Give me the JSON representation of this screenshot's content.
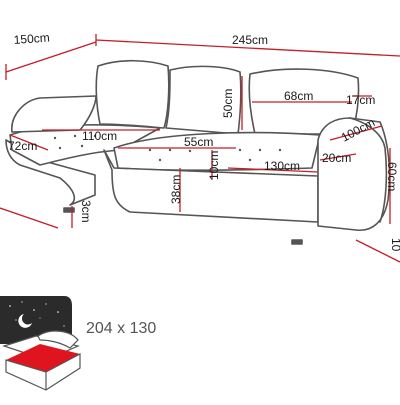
{
  "colors": {
    "outline": "#555555",
    "dimension": "#c41e2a",
    "text": "#1a1a1a",
    "bed_red": "#e0141e",
    "bed_dark": "#2b2b2b"
  },
  "dimensions": [
    {
      "id": "dim-150",
      "label": "150cm"
    },
    {
      "id": "dim-245",
      "label": "245cm"
    },
    {
      "id": "dim-50",
      "label": "50cm"
    },
    {
      "id": "dim-68",
      "label": "68cm"
    },
    {
      "id": "dim-17",
      "label": "17cm"
    },
    {
      "id": "dim-72",
      "label": "72cm"
    },
    {
      "id": "dim-110",
      "label": "110cm"
    },
    {
      "id": "dim-55",
      "label": "55cm"
    },
    {
      "id": "dim-100",
      "label": "100cm"
    },
    {
      "id": "dim-10",
      "label": "10cm"
    },
    {
      "id": "dim-130",
      "label": "130cm"
    },
    {
      "id": "dim-20",
      "label": "20cm"
    },
    {
      "id": "dim-38",
      "label": "38cm"
    },
    {
      "id": "dim-60",
      "label": "60cm"
    },
    {
      "id": "dim-3",
      "label": "3cm"
    },
    {
      "id": "dim-10-edge",
      "label": "10"
    }
  ],
  "bed": {
    "size_label": "204 x 130"
  }
}
